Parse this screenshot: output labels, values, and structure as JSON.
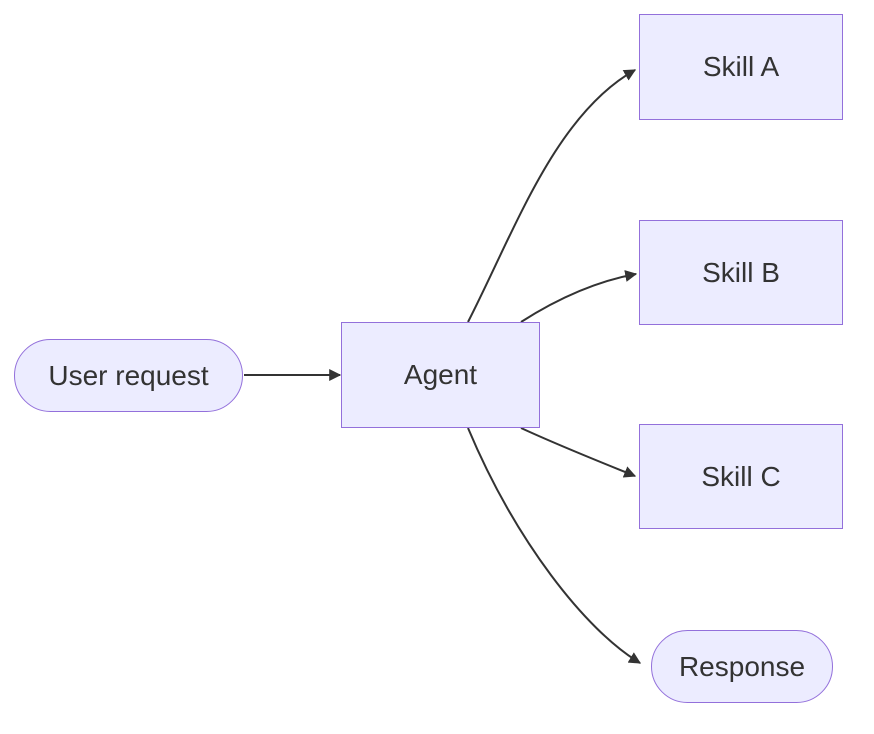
{
  "diagram": {
    "type": "flowchart",
    "direction": "left-to-right",
    "nodes": {
      "user_request": {
        "label": "User request",
        "shape": "stadium"
      },
      "agent": {
        "label": "Agent",
        "shape": "rectangle"
      },
      "skill_a": {
        "label": "Skill A",
        "shape": "rectangle"
      },
      "skill_b": {
        "label": "Skill B",
        "shape": "rectangle"
      },
      "skill_c": {
        "label": "Skill C",
        "shape": "rectangle"
      },
      "response": {
        "label": "Response",
        "shape": "stadium"
      }
    },
    "edges": [
      {
        "from": "user_request",
        "to": "agent"
      },
      {
        "from": "agent",
        "to": "skill_a"
      },
      {
        "from": "agent",
        "to": "skill_b"
      },
      {
        "from": "agent",
        "to": "skill_c"
      },
      {
        "from": "agent",
        "to": "response"
      }
    ],
    "colors": {
      "node_fill": "#ECECFF",
      "node_border": "#9370DB",
      "edge_stroke": "#333333",
      "text": "#333333",
      "background": "#FFFFFF"
    }
  }
}
